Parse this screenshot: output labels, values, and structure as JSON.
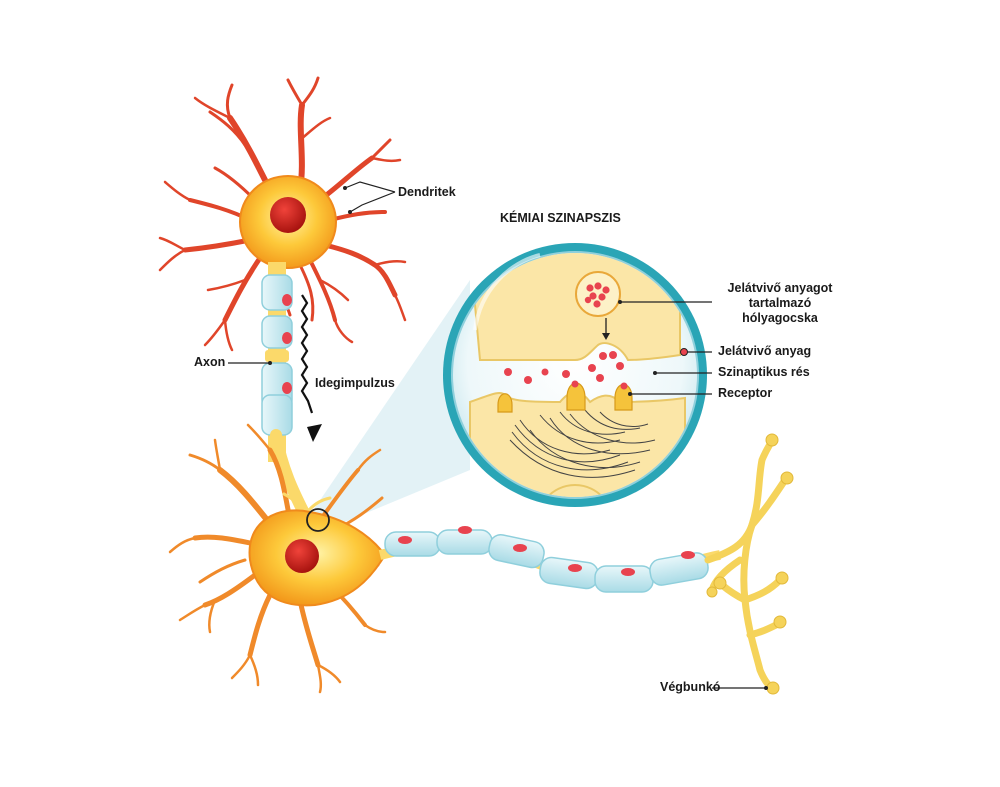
{
  "title": "KÉMIAI SZINAPSZIS",
  "labels": {
    "dendrites": "Dendritek",
    "axon": "Axon",
    "nerve_impulse": "Idegimpulzus",
    "vesicle_line1": "Jelátvivő anyagot",
    "vesicle_line2": "tartalmazó",
    "vesicle_line3": "hólyagocska",
    "neurotransmitter": "Jelátvivő anyag",
    "synaptic_cleft": "Szinaptikus rés",
    "receptor": "Receptor",
    "terminal_bouton": "Végbunkó"
  },
  "colors": {
    "soma": "#f7a51c",
    "soma_light": "#fde27a",
    "nucleus": "#c8201c",
    "dendrite_top": "#e0452a",
    "dendrite_bottom": "#f08a2a",
    "myelin": "#bfe6ee",
    "myelin_edge": "#8fcfdc",
    "node_red": "#e8434f",
    "circle_ring": "#2aa5b6",
    "synapse_fill": "#fbe6a7",
    "terminal_yellow": "#f5d35a",
    "zoom_cone": "#d7eef2"
  }
}
